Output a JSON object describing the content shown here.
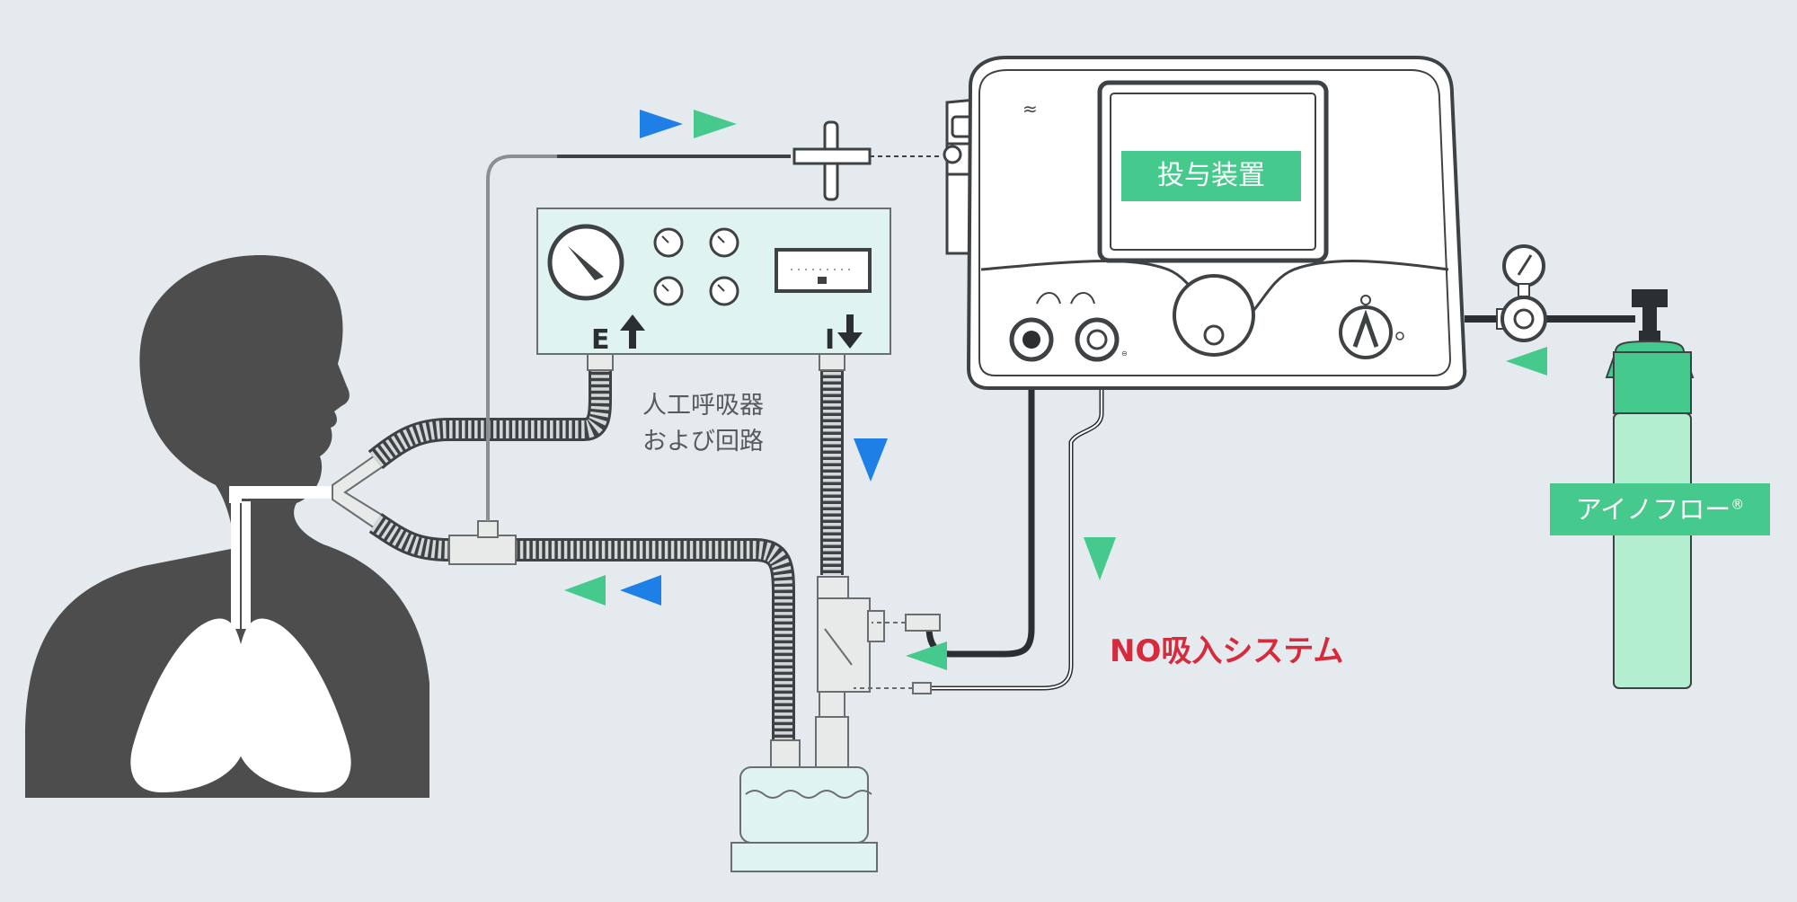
{
  "labels": {
    "ventilator_line1": "人工呼吸器",
    "ventilator_line2": "および回路",
    "delivery_device": "投与装置",
    "no_system": "NO吸入システム",
    "cylinder_name": "アイノフロー",
    "cylinder_mark": "®",
    "port_expiratory": "E",
    "port_inspiratory": "I"
  },
  "colors": {
    "background": "#e4eaee",
    "silhouette": "#4d4d4d",
    "panel": "#dff4f0",
    "accent_green": "#46c98c",
    "accent_blue": "#1e7fe6",
    "no_label": "#d72a3c"
  }
}
